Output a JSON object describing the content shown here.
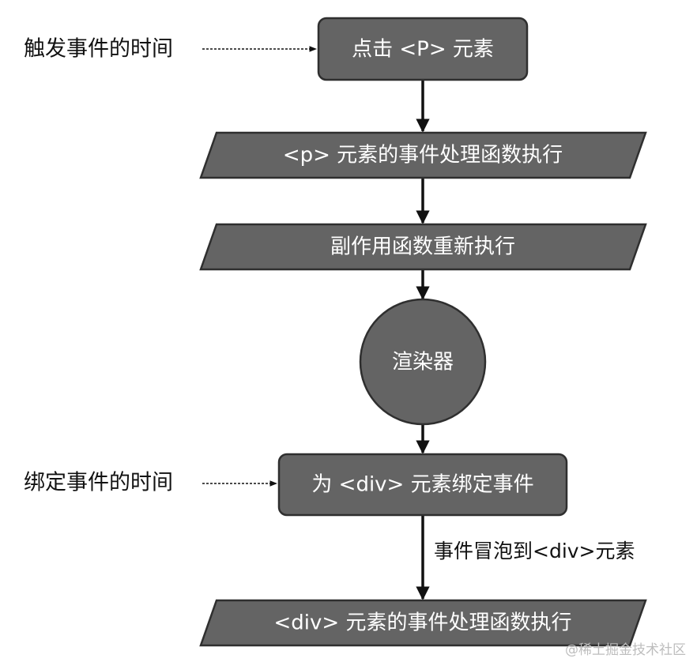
{
  "nodes": {
    "click_p": "点击 <P> 元素",
    "p_handler": "<p> 元素的事件处理函数执行",
    "effect_rerun": "副作用函数重新执行",
    "renderer": "渲染器",
    "bind_div": "为 <div> 元素绑定事件",
    "div_handler": "<div> 元素的事件处理函数执行"
  },
  "side_labels": {
    "trigger_time": "触发事件的时间",
    "bind_time": "绑定事件的时间"
  },
  "edge_labels": {
    "bubble": "事件冒泡到<div>元素"
  },
  "watermark": "@稀土掘金技术社区",
  "colors": {
    "node_fill": "#646464",
    "node_stroke": "#2f2f2f",
    "node_text": "#ffffff",
    "line": "#111111"
  }
}
